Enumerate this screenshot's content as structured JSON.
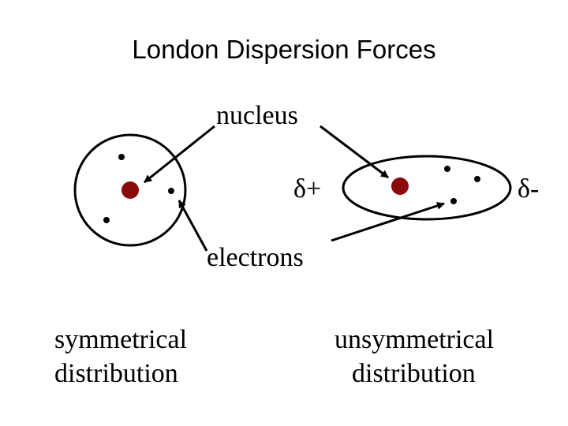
{
  "title": "London Dispersion Forces",
  "labels": {
    "nucleus": "nucleus",
    "electrons": "electrons",
    "delta_plus": "δ+",
    "delta_minus": "δ-"
  },
  "captions": {
    "left_line1": "symmetrical",
    "left_line2": "distribution",
    "right_line1": "unsymmetrical",
    "right_line2": "distribution"
  },
  "colors": {
    "nucleus": "#8b0a0a",
    "ink": "#000000"
  }
}
